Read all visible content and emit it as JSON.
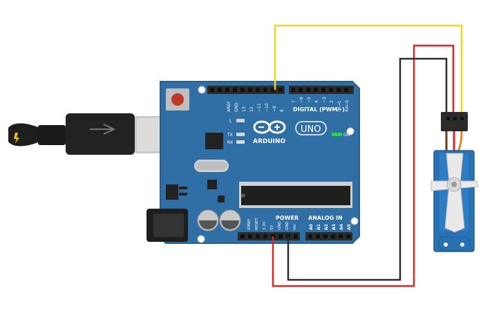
{
  "board": {
    "logo_text": "ARDUINO",
    "model": "UNO",
    "on_label": "ON",
    "digital_header": "DIGITAL (PWM~)",
    "power_header": "POWER",
    "analog_header": "ANALOG IN",
    "led_labels": [
      "L",
      "TX",
      "RX"
    ],
    "digital_pins": [
      "AREF",
      "GND",
      "13",
      "12",
      "~11",
      "~10",
      "~9",
      "8",
      "7",
      "~6",
      "~5",
      "4",
      "~3",
      "2",
      "TX→1",
      "RX←0"
    ],
    "power_pins": [
      "IOREF",
      "RESET",
      "3.3V",
      "5V",
      "GND",
      "GND",
      "Vin"
    ],
    "analog_pins": [
      "A0",
      "A1",
      "A2",
      "A3",
      "A4",
      "A5"
    ]
  },
  "wires": [
    {
      "from": "pin ~9",
      "to": "servo signal",
      "color": "#f2d21b"
    },
    {
      "from": "5V",
      "to": "servo power",
      "color": "#d8242b"
    },
    {
      "from": "GND",
      "to": "servo ground",
      "color": "#2b2b2b"
    }
  ],
  "colors": {
    "board": "#2f6fa6",
    "board_edge": "#285f8f",
    "header": "#2b2b2b",
    "servo_body": "#2872b3",
    "horn": "#e9e9e9"
  }
}
